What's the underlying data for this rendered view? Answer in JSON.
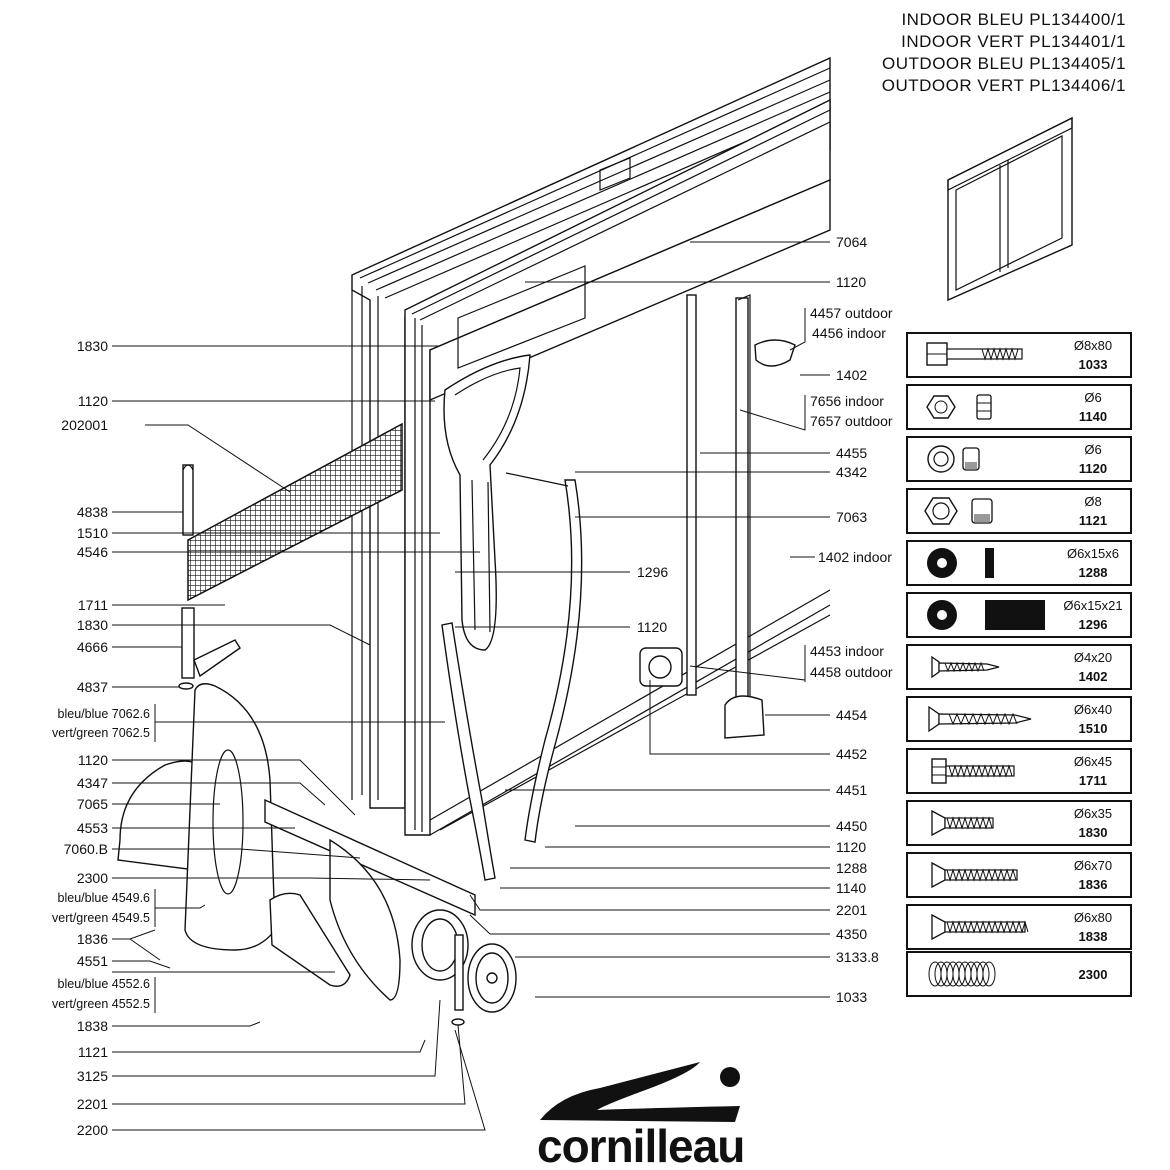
{
  "header_lines": [
    "INDOOR  BLEU  PL134400/1",
    "INDOOR  VERT  PL134401/1",
    "OUTDOOR  BLEU  PL134405/1",
    "OUTDOOR  VERT  PL134406/1"
  ],
  "left_labels": [
    {
      "text": "1830"
    },
    {
      "text": "1120"
    },
    {
      "text": "202001"
    },
    {
      "text": "4838"
    },
    {
      "text": "1510"
    },
    {
      "text": "4546"
    },
    {
      "text": "1711"
    },
    {
      "text": "1830"
    },
    {
      "text": "4666"
    },
    {
      "text": "4837"
    },
    {
      "text": "bleu/blue 7062.6"
    },
    {
      "text": "vert/green 7062.5"
    },
    {
      "text": "1120"
    },
    {
      "text": "4347"
    },
    {
      "text": "7065"
    },
    {
      "text": "4553"
    },
    {
      "text": "7060.B"
    },
    {
      "text": "2300"
    },
    {
      "text": "bleu/blue 4549.6"
    },
    {
      "text": "vert/green 4549.5"
    },
    {
      "text": "1836"
    },
    {
      "text": "4551"
    },
    {
      "text": "bleu/blue 4552.6"
    },
    {
      "text": "vert/green 4552.5"
    },
    {
      "text": "1838"
    },
    {
      "text": "1121"
    },
    {
      "text": "3125"
    },
    {
      "text": "2201"
    },
    {
      "text": "2200"
    }
  ],
  "center_labels": [
    {
      "text": "1296"
    },
    {
      "text": "1120"
    }
  ],
  "right_labels": [
    {
      "text": "7064"
    },
    {
      "text": "1120"
    },
    {
      "text": "4457 outdoor"
    },
    {
      "text": "4456 indoor"
    },
    {
      "text": "1402"
    },
    {
      "text": "7656 indoor"
    },
    {
      "text": "7657 outdoor"
    },
    {
      "text": "4455"
    },
    {
      "text": "4342"
    },
    {
      "text": "7063"
    },
    {
      "text": "1402 indoor"
    },
    {
      "text": "4453 indoor"
    },
    {
      "text": "4458 outdoor"
    },
    {
      "text": "4454"
    },
    {
      "text": "4452"
    },
    {
      "text": "4451"
    },
    {
      "text": "4450"
    },
    {
      "text": "1120"
    },
    {
      "text": "1288"
    },
    {
      "text": "1140"
    },
    {
      "text": "2201"
    },
    {
      "text": "4350"
    },
    {
      "text": "3133.8"
    },
    {
      "text": "1033"
    }
  ],
  "hardware": [
    {
      "dim": "Ø8x80",
      "code": "1033",
      "icon": "bolt-icon"
    },
    {
      "dim": "Ø6",
      "code": "1140",
      "icon": "nut-icon"
    },
    {
      "dim": "Ø6",
      "code": "1120",
      "icon": "lock-nut-icon"
    },
    {
      "dim": "Ø8",
      "code": "1121",
      "icon": "lock-nut-large-icon"
    },
    {
      "dim": "Ø6x15x6",
      "code": "1288",
      "icon": "washer-icon"
    },
    {
      "dim": "Ø6x15x21",
      "code": "1296",
      "icon": "spacer-icon"
    },
    {
      "dim": "Ø4x20",
      "code": "1402",
      "icon": "wood-screw-icon"
    },
    {
      "dim": "Ø6x40",
      "code": "1510",
      "icon": "wood-screw-long-icon"
    },
    {
      "dim": "Ø6x45",
      "code": "1711",
      "icon": "hex-screw-icon"
    },
    {
      "dim": "Ø6x35",
      "code": "1830",
      "icon": "countersunk-screw-icon"
    },
    {
      "dim": "Ø6x70",
      "code": "1836",
      "icon": "countersunk-screw-icon"
    },
    {
      "dim": "Ø6x80",
      "code": "1838",
      "icon": "countersunk-screw-icon"
    },
    {
      "dim": "",
      "code": "2300",
      "icon": "spring-washer-icon"
    }
  ],
  "logo": {
    "word": "cornilleau"
  }
}
